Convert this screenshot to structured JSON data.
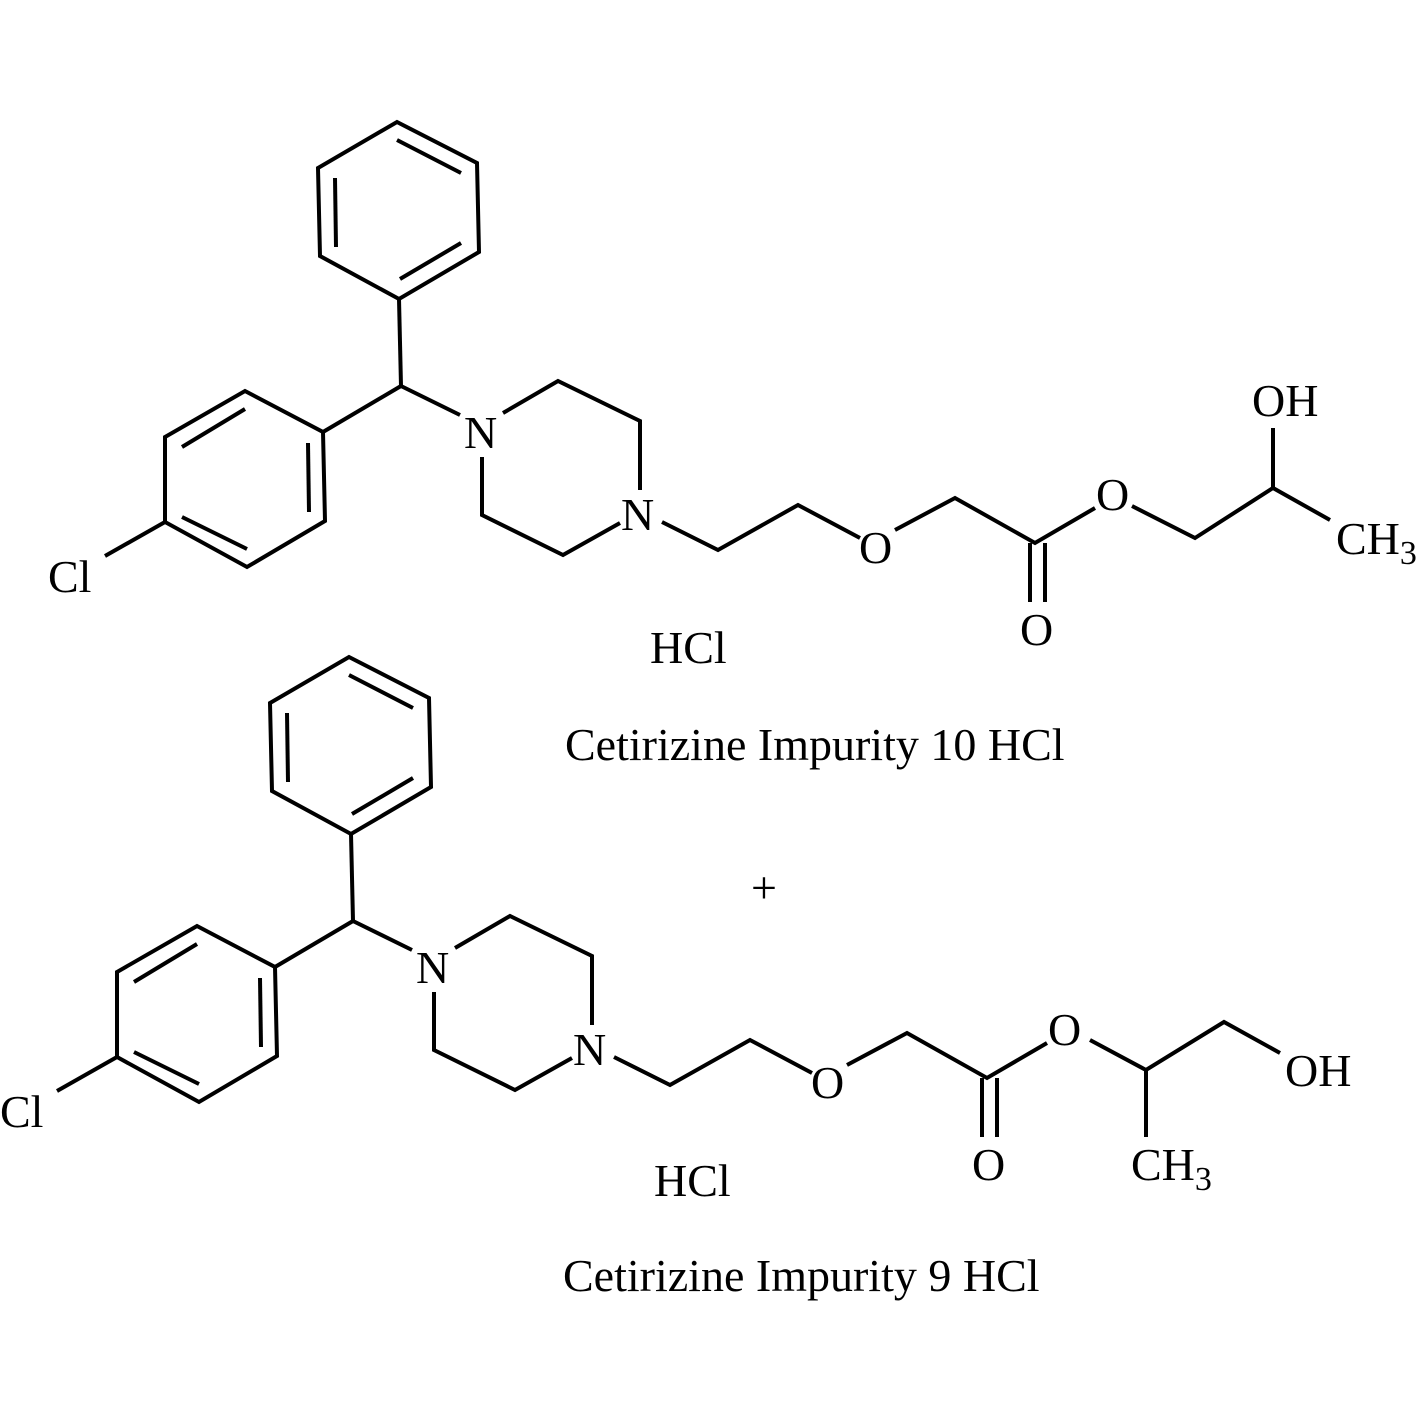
{
  "molecule_1": {
    "atoms": {
      "cl": "Cl",
      "n1": "N",
      "n2": "N",
      "o_ether": "O",
      "o_carbonyl": "O",
      "o_ester": "O",
      "oh": "OH",
      "ch3_main": "CH",
      "ch3_sub": "3"
    },
    "salt": "HCl",
    "name": "Cetirizine Impurity 10 HCl"
  },
  "plus_sign": "+",
  "molecule_2": {
    "atoms": {
      "cl": "Cl",
      "n1": "N",
      "n2": "N",
      "o_ether": "O",
      "o_carbonyl": "O",
      "o_ester": "O",
      "oh": "OH",
      "ch3_main": "CH",
      "ch3_sub": "3"
    },
    "salt": "HCl",
    "name": "Cetirizine Impurity 9 HCl"
  }
}
